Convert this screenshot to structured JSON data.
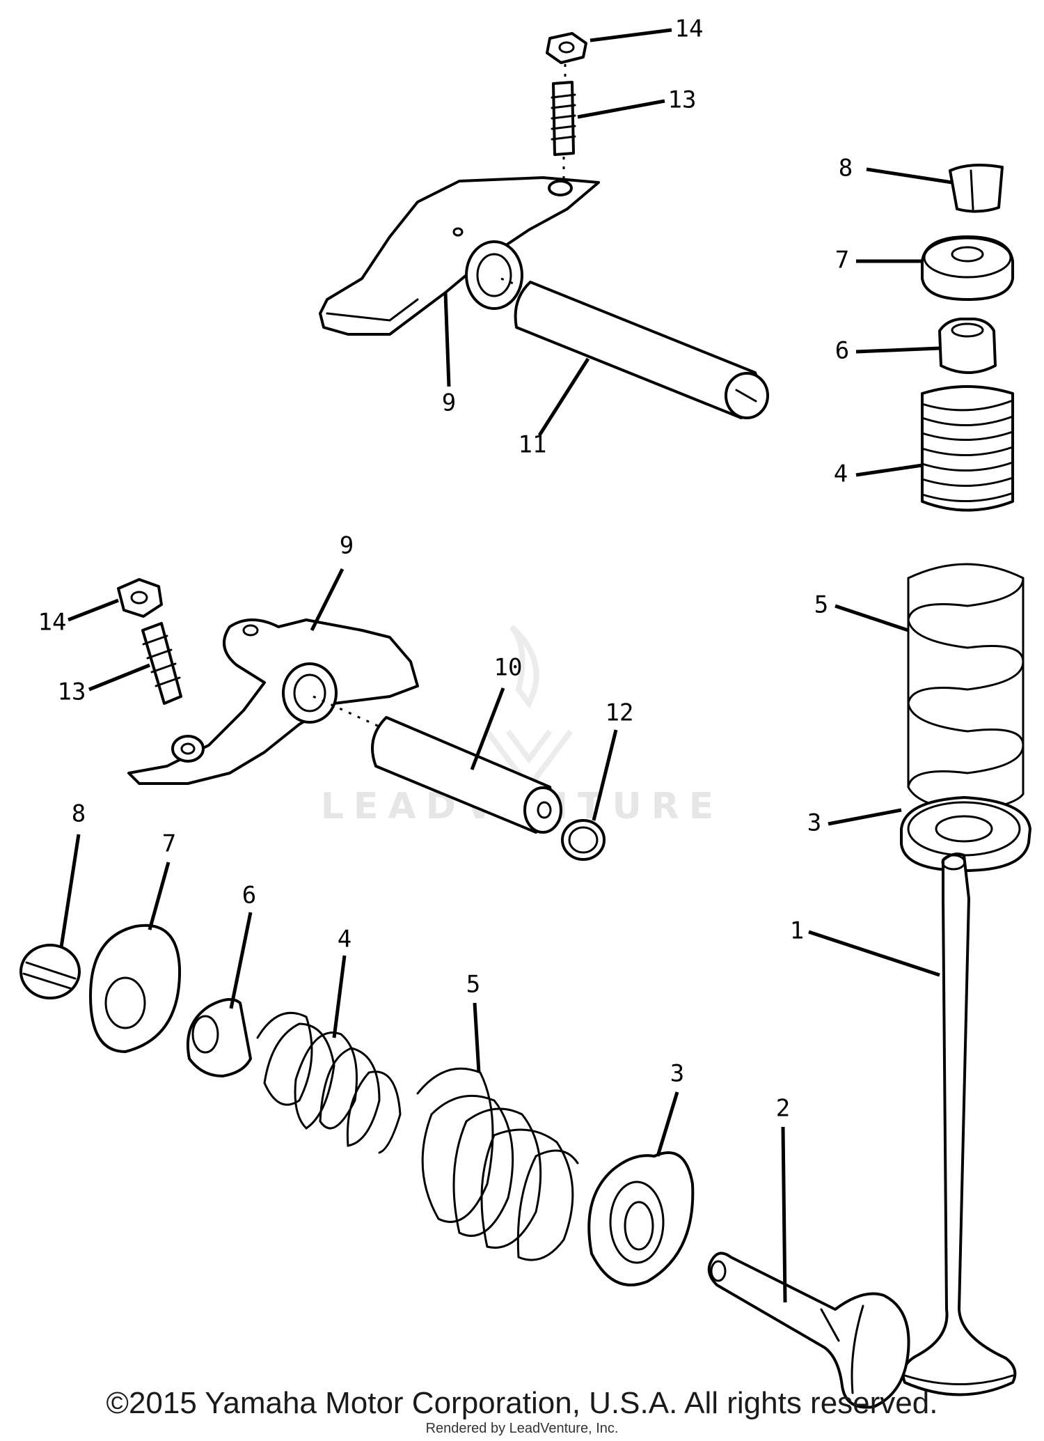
{
  "diagram": {
    "watermark": "LEADVENTURE",
    "callouts": {
      "upper_nut": "14",
      "upper_adjuster": "13",
      "upper_rocker_arm": "9",
      "upper_shaft": "11",
      "right_cotter": "8",
      "right_retainer": "7",
      "right_seal": "6",
      "right_inner_spring": "4",
      "right_outer_spring": "5",
      "right_spring_seat": "3",
      "right_valve": "1",
      "lower_rocker_arm": "9",
      "lower_nut": "14",
      "lower_adjuster": "13",
      "lower_shaft": "10",
      "o_ring": "12",
      "bottom_cotter": "8",
      "bottom_retainer": "7",
      "bottom_seal": "6",
      "bottom_inner_spring": "4",
      "bottom_outer_spring": "5",
      "bottom_spring_seat": "3",
      "bottom_valve": "2"
    }
  },
  "footer": {
    "copyright": "©2015 Yamaha Motor Corporation, U.S.A. All rights reserved.",
    "rendered_by": "Rendered by LeadVenture, Inc."
  }
}
